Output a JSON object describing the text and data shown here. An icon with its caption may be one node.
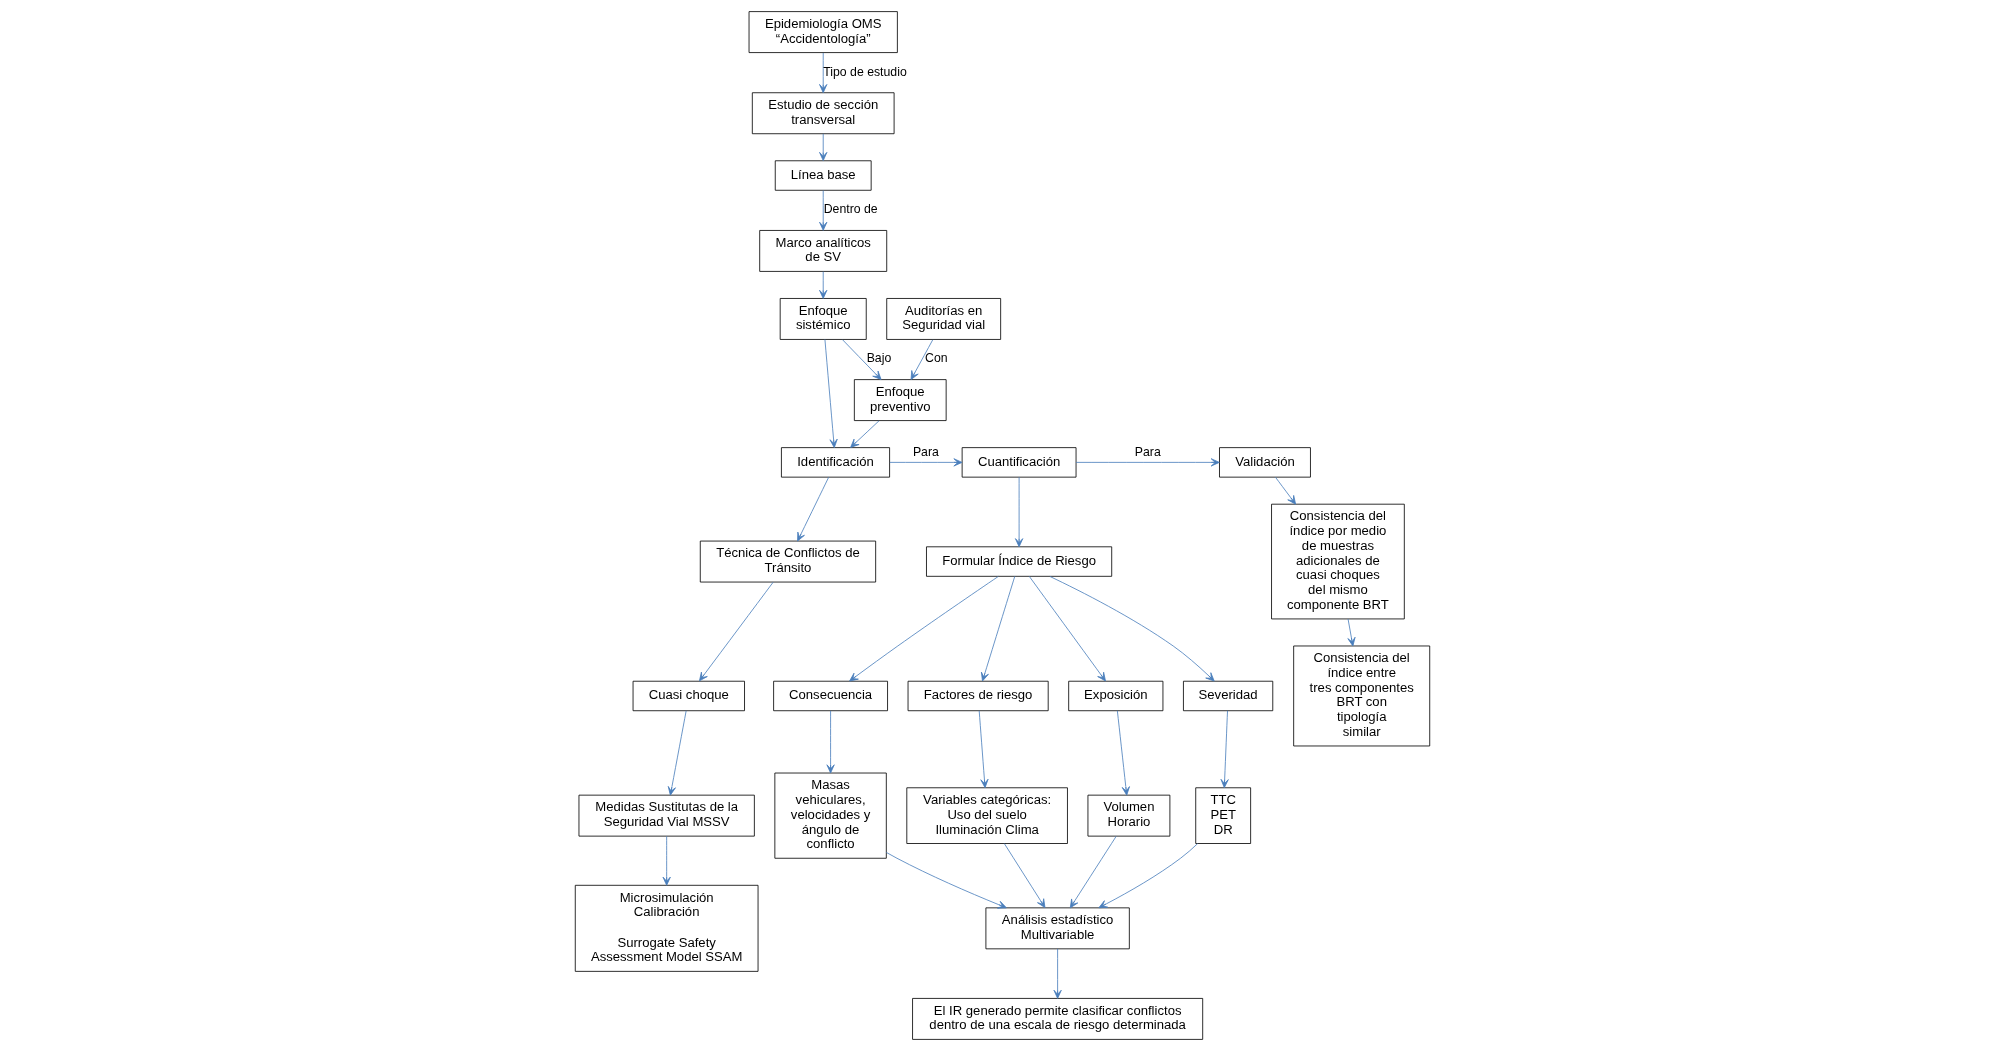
{
  "diagram": {
    "nodes": [
      {
        "text": [
          "Epidemiología OMS “Accidentología”"
        ]
      },
      {
        "text": [
          "Estudio de sección transversal"
        ]
      },
      {
        "text": [
          "Línea base"
        ]
      },
      {
        "text": [
          "Marco analíticos de SV"
        ]
      },
      {
        "text": [
          "Enfoque sistémico"
        ]
      },
      {
        "text": [
          "Auditorías en Seguridad vial"
        ]
      },
      {
        "text": [
          "Enfoque preventivo"
        ]
      },
      {
        "text": [
          "Identificación"
        ]
      },
      {
        "text": [
          "Cuantificación"
        ]
      },
      {
        "text": [
          "Validación"
        ]
      },
      {
        "text": [
          "Técnica de Conflictos de Tránsito"
        ]
      },
      {
        "text": [
          "Cuasi choque"
        ]
      },
      {
        "text": [
          "Medidas Sustitutas de la Seguridad Vial MSSV"
        ]
      },
      {
        "text": [
          "Microsimulación Calibración",
          "Surrogate Safety Assessment Model SSAM"
        ]
      },
      {
        "text": [
          "Formular Índice de Riesgo"
        ]
      },
      {
        "text": [
          "Exposición"
        ]
      },
      {
        "text": [
          "Severidad"
        ]
      },
      {
        "text": [
          "Consecuencia"
        ]
      },
      {
        "text": [
          "Factores de riesgo"
        ]
      },
      {
        "text": [
          "Volumen Horario"
        ]
      },
      {
        "text": [
          "TTC PET DR"
        ]
      },
      {
        "text": [
          "Masas vehiculares, velocidades y ángulo de conflicto"
        ]
      },
      {
        "text": [
          "Variables categóricas: Uso del suelo Iluminación Clima"
        ]
      },
      {
        "text": [
          "Análisis estadístico Multivariable"
        ]
      },
      {
        "text": [
          "El IR generado permite clasificar conflictos dentro de una escala de riesgo determinada"
        ]
      },
      {
        "text": [
          "Consistencia del índice por medio de muestras adicionales de cuasi choques del mismo componente BRT"
        ]
      },
      {
        "text": [
          "Consistencia del índice entre tres componentes BRT con tipología similar"
        ]
      }
    ],
    "edges": [
      {
        "from": 0,
        "to": 1,
        "arrow": "to",
        "label": "Tipo de estudio"
      },
      {
        "from": 1,
        "to": 2,
        "arrow": "to"
      },
      {
        "from": 2,
        "to": 3,
        "arrow": "to",
        "label": "Dentro de"
      },
      {
        "from": 3,
        "to": 4,
        "arrow": "to"
      },
      {
        "from": 4,
        "to": 6,
        "arrow": "to",
        "label": "Bajo"
      },
      {
        "from": 5,
        "to": 6,
        "arrow": "to",
        "label": "Con"
      },
      {
        "from": 4,
        "to": 7,
        "arrow": "to"
      },
      {
        "from": 6,
        "to": 7,
        "arrow": "to"
      },
      {
        "from": 7,
        "to": 8,
        "arrow": "to",
        "label": "Para"
      },
      {
        "from": 8,
        "to": 9,
        "arrow": "to",
        "label": "Para"
      },
      {
        "from": 7,
        "to": 10,
        "arrow": "to"
      },
      {
        "from": 10,
        "to": 11,
        "arrow": "to"
      },
      {
        "from": 11,
        "to": 12,
        "arrow": "to"
      },
      {
        "from": 12,
        "to": 13,
        "arrow": "to"
      },
      {
        "from": 8,
        "to": 14,
        "arrow": "to"
      },
      {
        "from": 14,
        "to": 15,
        "arrow": "to"
      },
      {
        "from": 14,
        "to": 16,
        "arrow": "to"
      },
      {
        "from": 14,
        "to": 17,
        "arrow": "to"
      },
      {
        "from": 14,
        "to": 18,
        "arrow": "to"
      },
      {
        "from": 15,
        "to": 19,
        "arrow": "to"
      },
      {
        "from": 16,
        "to": 20,
        "arrow": "to"
      },
      {
        "from": 17,
        "to": 21,
        "arrow": "to"
      },
      {
        "from": 18,
        "to": 22,
        "arrow": "to"
      },
      {
        "from": 19,
        "to": 23,
        "arrow": "to"
      },
      {
        "from": 20,
        "to": 23,
        "arrow": "to"
      },
      {
        "from": 21,
        "to": 23,
        "arrow": "to"
      },
      {
        "from": 22,
        "to": 23,
        "arrow": "to"
      },
      {
        "from": 23,
        "to": 24,
        "arrow": "to"
      },
      {
        "from": 9,
        "to": 25,
        "arrow": "to"
      },
      {
        "from": 25,
        "to": 26,
        "arrow": "to"
      }
    ]
  }
}
